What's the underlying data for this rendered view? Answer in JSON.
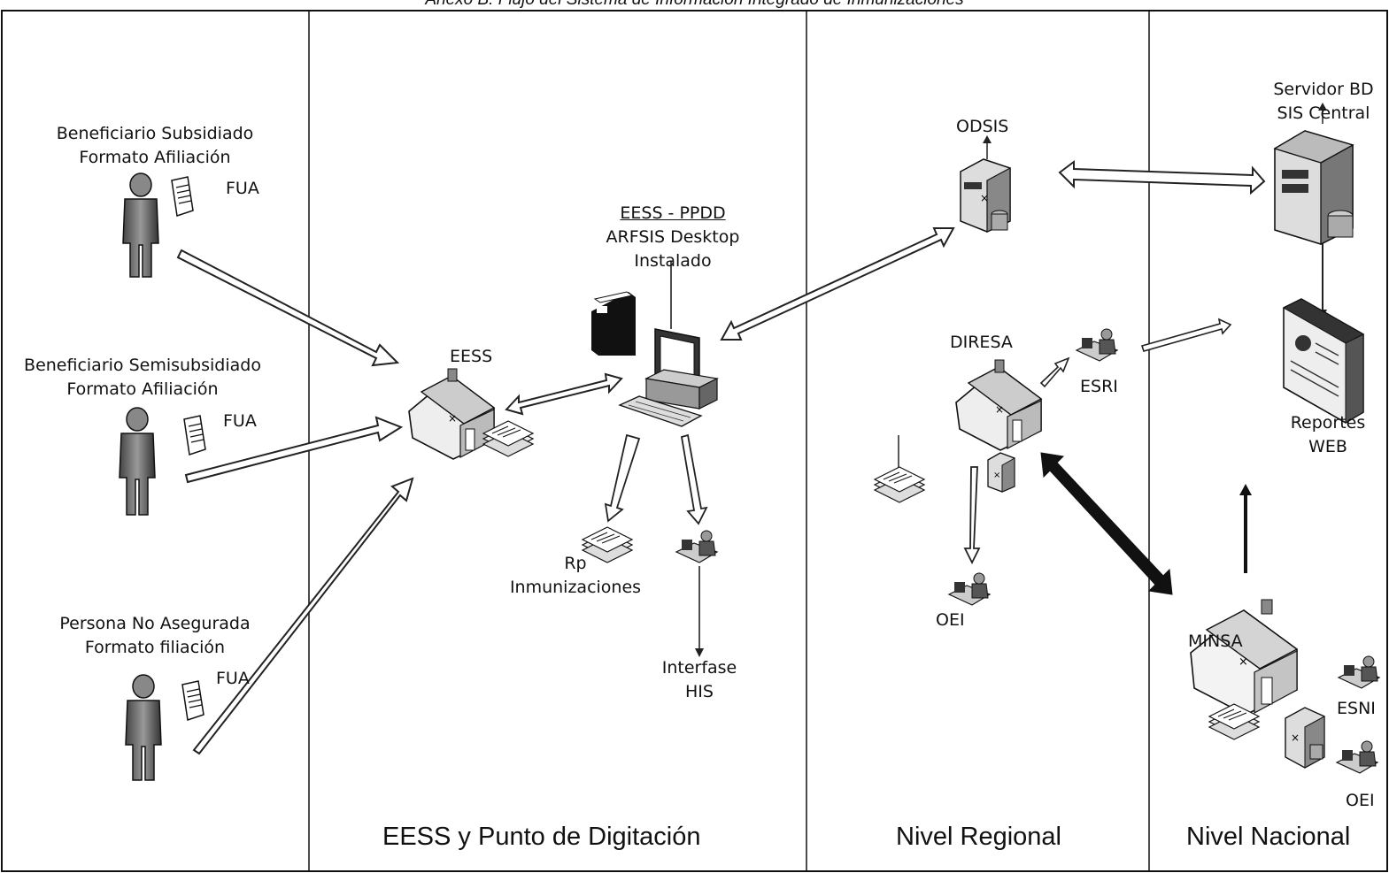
{
  "title": "Anexo B: Flujo del Sistema de Información Integrado de Inmunizaciones",
  "lanes": {
    "eess": "EESS y Punto de Digitación",
    "regional": "Nivel Regional",
    "nacional": "Nivel Nacional"
  },
  "actors": {
    "subsidiado": {
      "line1": "Beneficiario Subsidiado",
      "line2": "Formato Afiliación",
      "doc": "FUA"
    },
    "semisubsidiado": {
      "line1": "Beneficiario Semisubsidiado",
      "line2": "Formato Afiliación",
      "doc": "FUA"
    },
    "no_asegurada": {
      "line1": "Persona No Asegurada",
      "line2": "Formato filiación",
      "doc": "FUA"
    }
  },
  "nodes": {
    "eess": "EESS",
    "ppdd": {
      "line1": "EESS - PPDD",
      "line2": "ARFSIS Desktop",
      "line3": "Instalado"
    },
    "rp": {
      "line1": "Rp",
      "line2": "Inmunizaciones"
    },
    "his": {
      "line1": "Interfase",
      "line2": "HIS"
    },
    "odsis": "ODSIS",
    "diresa": "DIRESA",
    "esri": "ESRI",
    "oei_regional": "OEI",
    "server": {
      "line1": "Servidor BD",
      "line2": "SIS Central"
    },
    "reportes": {
      "line1": "Reportes",
      "line2": "WEB"
    },
    "minsa": "MINSA",
    "esni": "ESNI",
    "oei_nacional": "OEI"
  }
}
